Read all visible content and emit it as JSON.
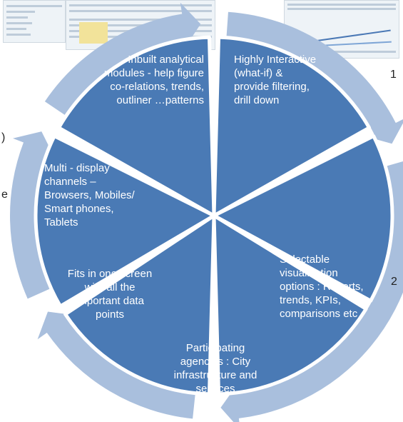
{
  "segments": [
    {
      "label": "Highly Interactive (what-if) & provide filtering, drill down"
    },
    {
      "label": "Selectable visualization options : Reports, trends, KPIs, comparisons etc"
    },
    {
      "label": "Participating agencies : City infrastructure and services"
    },
    {
      "label": "Fits in one screen with all the important data points"
    },
    {
      "label": "Multi - display channels – Browsers, Mobiles/ Smart phones, Tablets"
    },
    {
      "label": "Inbuilt analytical modules - help figure co-relations, trends, outliner …patterns"
    }
  ],
  "edge_labels": {
    "right_top": "1",
    "right_mid": "2",
    "left_top": ")",
    "left_mid": "e"
  },
  "colors": {
    "segment_fill": "#4a7ab5",
    "arrow_fill": "#a9bfdd",
    "separator": "#ffffff"
  }
}
